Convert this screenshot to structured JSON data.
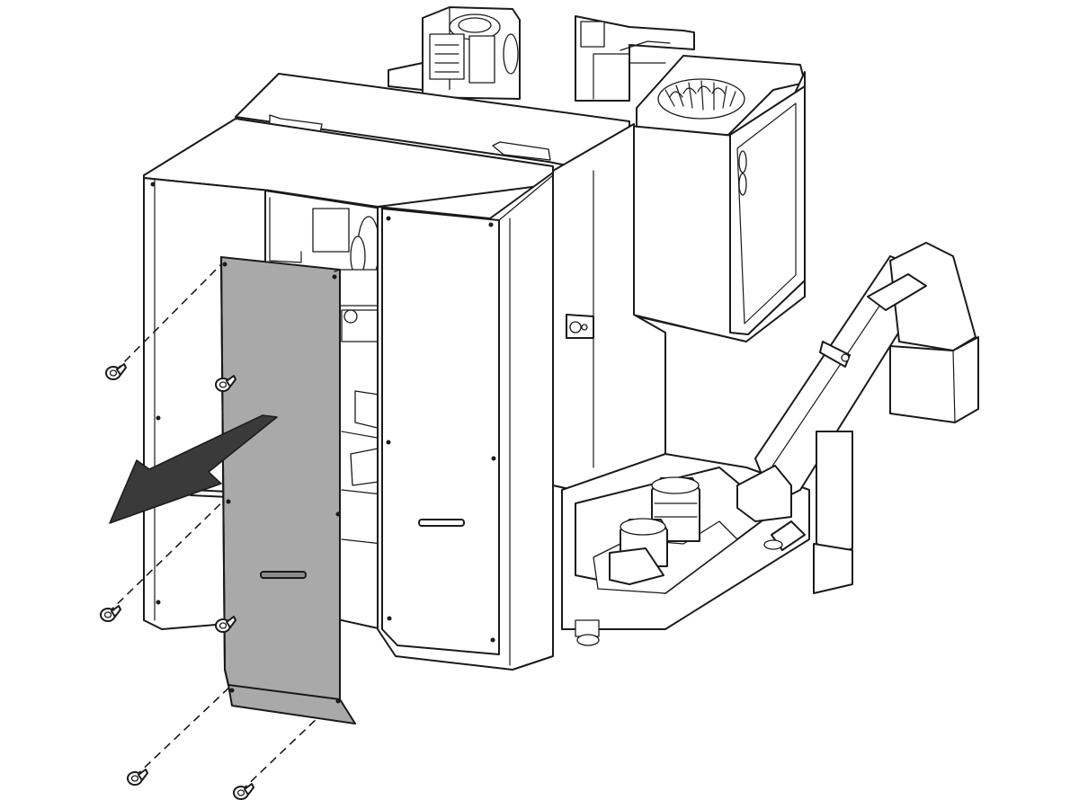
{
  "figure": {
    "type": "exploded-assembly-illustration",
    "parts": {
      "panel": "removable-side-panel",
      "screws": 6,
      "arrow": "removal-direction"
    },
    "colors": {
      "line": "#1a1a1a",
      "panel_fill": "#a9a9a9",
      "arrow_fill": "#3a3a3a",
      "background": "#ffffff"
    },
    "icons": [
      "screw-icon",
      "arrow-icon"
    ]
  }
}
